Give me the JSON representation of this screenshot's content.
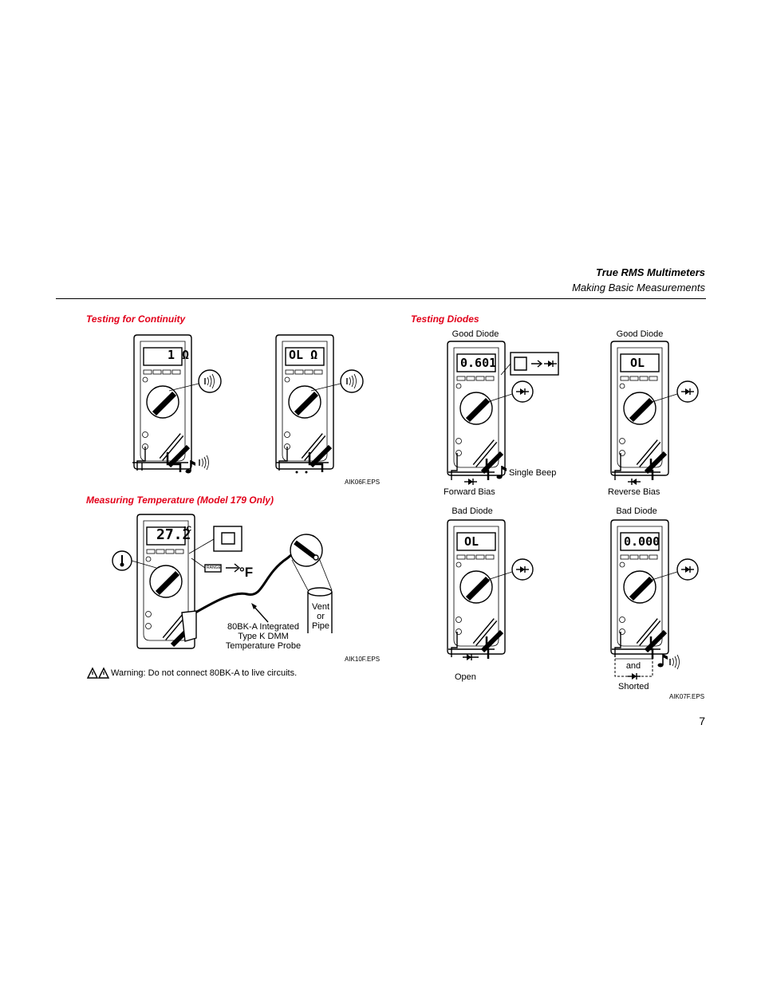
{
  "header": {
    "title": "True RMS Multimeters",
    "subtitle": "Making Basic Measurements"
  },
  "continuity": {
    "section_title": "Testing for Continuity",
    "fig_id": "AIK06F.EPS",
    "meter1_display": "1 Ω",
    "meter2_display": "OL  Ω"
  },
  "temperature": {
    "section_title": "Measuring Temperature (Model 179 Only)",
    "display": "27.2",
    "unit": "°C",
    "range_button": "RANGE",
    "fahrenheit": "°F",
    "probe_label_1": "80BK-A Integrated",
    "probe_label_2": "Type K DMM",
    "probe_label_3": "Temperature Probe",
    "vent_1": "Vent",
    "vent_2": "or",
    "vent_3": "Pipe",
    "fig_id": "AIK10F.EPS",
    "warning": "Warning: Do not connect 80BK-A to live circuits."
  },
  "diodes": {
    "section_title": "Testing Diodes",
    "good_diode_1": "Good Diode",
    "good_diode_2": "Good Diode",
    "bad_diode_1": "Bad Diode",
    "bad_diode_2": "Bad Diode",
    "display_1": "0.601",
    "display_2": "OL",
    "display_3": "OL",
    "display_4": "0.000",
    "single_beep": "Single Beep",
    "forward_bias": "Forward Bias",
    "reverse_bias": "Reverse Bias",
    "open": "Open",
    "and": "and",
    "shorted": "Shorted",
    "fig_id": "AIK07F.EPS"
  },
  "page_number": "7"
}
